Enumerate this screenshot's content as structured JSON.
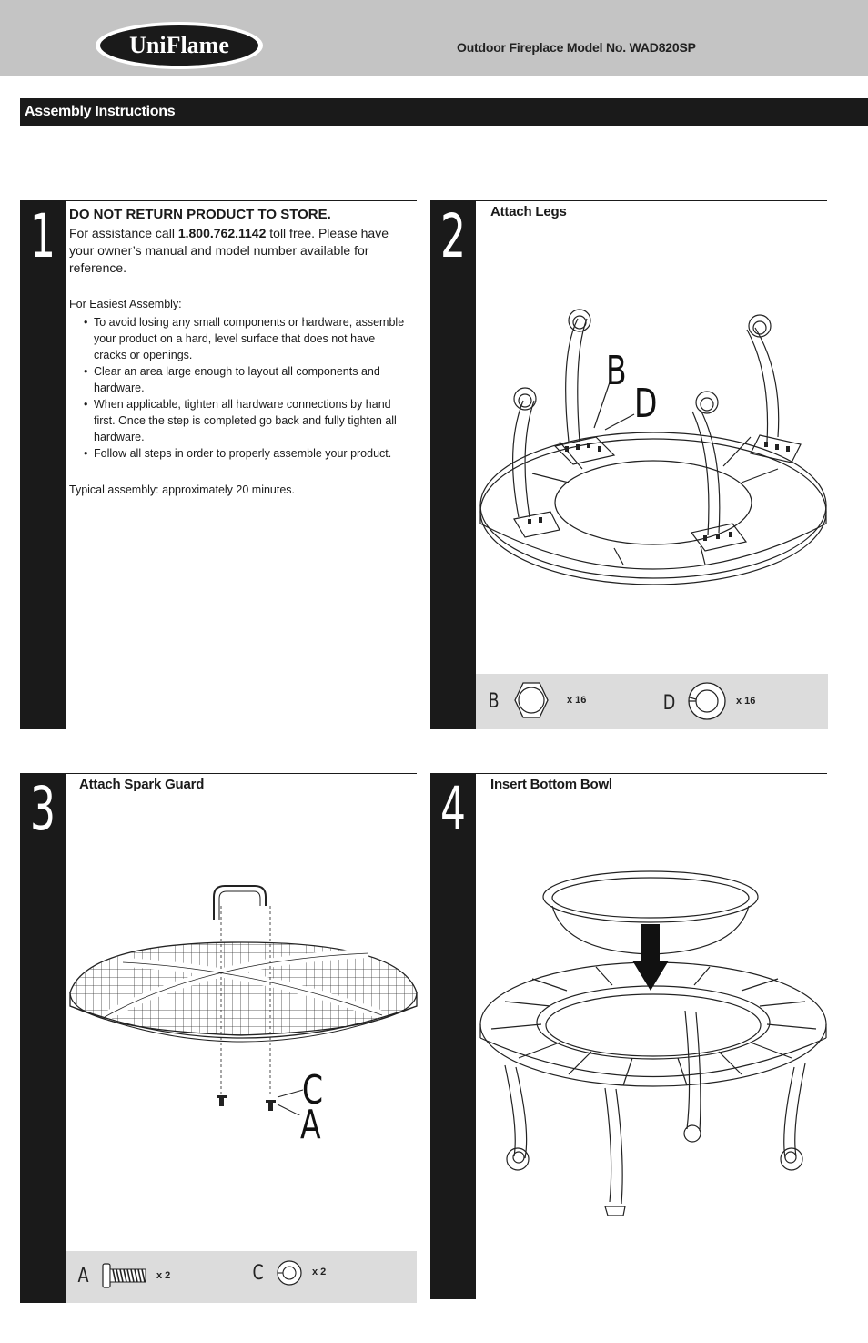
{
  "header": {
    "brand": "UniFlame",
    "model_text": "Outdoor Fireplace Model No. WAD820SP"
  },
  "section": {
    "title": "Assembly Instructions"
  },
  "steps": [
    {
      "number": "1",
      "heading": "DO NOT RETURN PRODUCT TO STORE.",
      "assist_prefix": "For assistance call ",
      "phone": "1.800.762.1142",
      "assist_suffix": " toll free. Please have your owner’s manual and model number available for reference.",
      "easiest_label": "For Easiest Assembly:",
      "tips": [
        "To avoid losing any small components or hardware, assemble your product on a hard, level surface that does not have cracks or openings.",
        "Clear an area large enough to layout all components and hardware.",
        "When applicable, tighten all hardware connections by hand first. Once the step is completed go back and fully tighten all hardware.",
        "Follow all steps in order to properly assemble your product."
      ],
      "typical": "Typical assembly: approximately 20 minutes."
    },
    {
      "number": "2",
      "title": "Attach Legs",
      "callouts": [
        "B",
        "D"
      ],
      "parts": [
        {
          "letter": "B",
          "qty": "x 16",
          "icon": "hex-nut-icon"
        },
        {
          "letter": "D",
          "qty": "x 16",
          "icon": "lock-washer-icon"
        }
      ]
    },
    {
      "number": "3",
      "title": "Attach Spark Guard",
      "callouts": [
        "C",
        "A"
      ],
      "parts": [
        {
          "letter": "A",
          "qty": "x 2",
          "icon": "bolt-icon"
        },
        {
          "letter": "C",
          "qty": "x 2",
          "icon": "lock-washer-icon"
        }
      ]
    },
    {
      "number": "4",
      "title": "Insert Bottom Bowl"
    }
  ]
}
